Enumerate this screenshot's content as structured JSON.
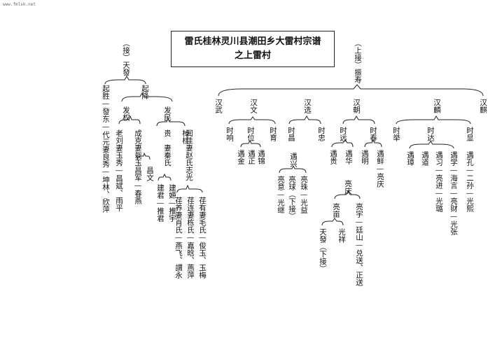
{
  "watermark": "www.fmlsk.net",
  "title": {
    "line1": "雷氏桂林灵川县潮田乡大雷村宗谱",
    "line2": "之上雷村"
  },
  "left": {
    "jie_tiandeng": "（接）天發",
    "qijiang": "起降",
    "qisheng": "起胜—發东—代元妻良秀—坤林、欣萍",
    "faquan": "发权",
    "famin": "发民",
    "laoliu": "老刘妻玉秀—昌斌、雨平",
    "chengke": "成克妻栽玉",
    "changwen": "昌文",
    "changjun": "昌军—春燕",
    "guimian": "贵　妻秦氏",
    "zhuogui": "棹桂",
    "jianjun": "建君—推君",
    "jianyuan": "建嫄—推宇",
    "runzhu": "润佳妻赵氏志光",
    "renyou": "荏有妻毛氏—俊玉、玉梅",
    "renlian": "荏连妻栋氏—嘉晗、燕萍",
    "renyang": "荏养妻肖氏—燕飞、謂永"
  },
  "right": {
    "shangjie_zhenshou": "（上接）振寿",
    "hanwu": "汉武",
    "hanwen": "汉文",
    "hanxuan": "汉选",
    "hanchao": "汉朝",
    "hanlin": "汉麟",
    "hanqi": "汉麒",
    "shixiang": "时响",
    "shiwei": "时位",
    "shiyu": "时育",
    "yujin": "遇金",
    "yuzheng": "遇正",
    "yujin2": "遇锦",
    "shichang": "时昌",
    "shizhong": "时忠",
    "yuxing": "遇兴",
    "liangyi": "亮意—光继",
    "liangqiu": "亮球（下接）",
    "liangzhu": "亮珠—光益",
    "shiyuan": "时远",
    "shichun": "时春",
    "yuhe": "遇贵",
    "yuhua": "遇华",
    "yuming": "遇明",
    "yuxian": "遇鲜—亮庆",
    "liangqing": "亮庆",
    "liangmu": "亮亩",
    "liangyu": "亮宇—廷山—兑送、正送",
    "tiandeng": "天發（下接）",
    "guangxiang": "光祥",
    "shiju": "时举",
    "shida": "时达",
    "shixian": "时显",
    "yuzhang": "遇璋",
    "yudao": "遇道",
    "yuxi": "遇习—亮进—光璐",
    "yuxue": "遇学—海言—亮财—光张",
    "yukong": "遇孔—二孙—光熙"
  }
}
